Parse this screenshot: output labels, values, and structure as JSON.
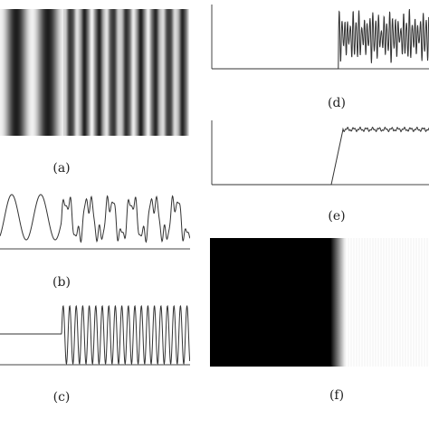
{
  "figure": {
    "panels": [
      {
        "id": "a",
        "label": "(a)",
        "type": "grayscale-stripes",
        "description_colors": {
          "dark": "#000000",
          "light": "#ffffff"
        }
      },
      {
        "id": "b",
        "label": "(b)",
        "type": "waveform",
        "shape": "slow sine then noisy higher-frequency signal"
      },
      {
        "id": "c",
        "label": "(c)",
        "type": "waveform",
        "shape": "flat then high-frequency sine"
      },
      {
        "id": "d",
        "label": "(d)",
        "type": "waveform",
        "shape": "flat then dense noisy oscillation"
      },
      {
        "id": "e",
        "label": "(e)",
        "type": "waveform",
        "shape": "flat then step to plateau"
      },
      {
        "id": "f",
        "label": "(f)",
        "type": "grayscale-image",
        "shape": "black left half, white right half with faint vertical lines"
      }
    ],
    "line_color": "#333333",
    "axis_color": "#444444"
  }
}
